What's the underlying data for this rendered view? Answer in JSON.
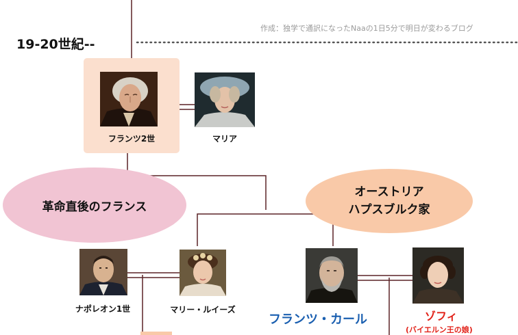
{
  "credit": "作成：独学で通訳になったNaaの1日5分で明日が変わるブログ",
  "era_label": "19-20世紀--",
  "regions": {
    "france": "革命直後のフランス",
    "austria_line1": "オーストリア",
    "austria_line2": "ハプスブルク家"
  },
  "people": {
    "franz2": "フランツ2世",
    "maria": "マリア",
    "napoleon": "ナポレオン1世",
    "marie_louise": "マリー・ルイーズ",
    "franz_karl": "フランツ・カール",
    "sophie": "ゾフィ",
    "sophie_note": "(バイエルン王の娘)"
  },
  "colors": {
    "line": "#5a2226",
    "dotted": "#555555",
    "highlight": "#fbdfce",
    "france_ellipse": "#f1c4d3",
    "austria_ellipse": "#f9c9a8",
    "franz_karl_text": "#1a5fb0",
    "sophie_text": "#e2231a"
  }
}
